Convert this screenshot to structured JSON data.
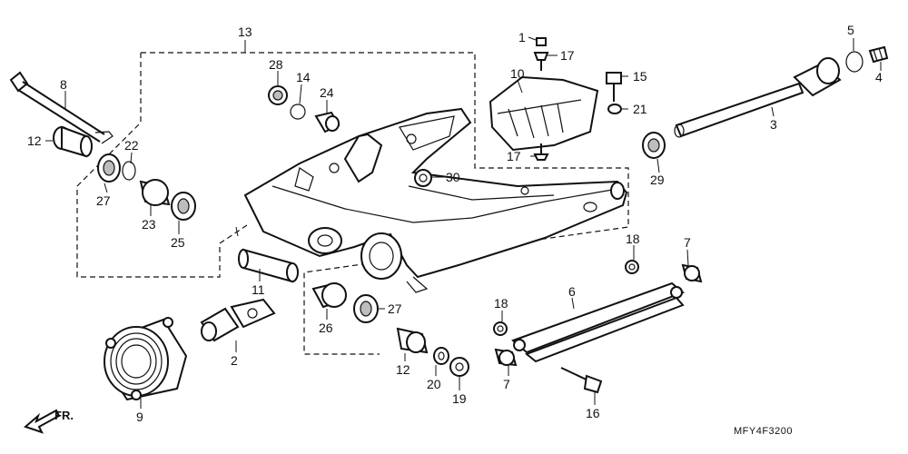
{
  "diagram": {
    "callouts": [
      {
        "id": "1",
        "text": "1"
      },
      {
        "id": "2",
        "text": "2"
      },
      {
        "id": "3",
        "text": "3"
      },
      {
        "id": "4",
        "text": "4"
      },
      {
        "id": "5",
        "text": "5"
      },
      {
        "id": "6",
        "text": "6"
      },
      {
        "id": "7a",
        "text": "7"
      },
      {
        "id": "7b",
        "text": "7"
      },
      {
        "id": "8",
        "text": "8"
      },
      {
        "id": "9",
        "text": "9"
      },
      {
        "id": "10",
        "text": "10"
      },
      {
        "id": "11",
        "text": "11"
      },
      {
        "id": "12a",
        "text": "12"
      },
      {
        "id": "12b",
        "text": "12"
      },
      {
        "id": "13",
        "text": "13"
      },
      {
        "id": "14",
        "text": "14"
      },
      {
        "id": "15",
        "text": "15"
      },
      {
        "id": "16",
        "text": "16"
      },
      {
        "id": "17a",
        "text": "17"
      },
      {
        "id": "17b",
        "text": "17"
      },
      {
        "id": "18a",
        "text": "18"
      },
      {
        "id": "18b",
        "text": "18"
      },
      {
        "id": "19",
        "text": "19"
      },
      {
        "id": "20",
        "text": "20"
      },
      {
        "id": "21",
        "text": "21"
      },
      {
        "id": "22",
        "text": "22"
      },
      {
        "id": "23",
        "text": "23"
      },
      {
        "id": "24",
        "text": "24"
      },
      {
        "id": "25",
        "text": "25"
      },
      {
        "id": "26",
        "text": "26"
      },
      {
        "id": "27a",
        "text": "27"
      },
      {
        "id": "27b",
        "text": "27"
      },
      {
        "id": "28",
        "text": "28"
      },
      {
        "id": "29",
        "text": "29"
      },
      {
        "id": "30",
        "text": "30"
      }
    ],
    "direction_label": "FR.",
    "diagram_code": "MFY4F3200"
  }
}
